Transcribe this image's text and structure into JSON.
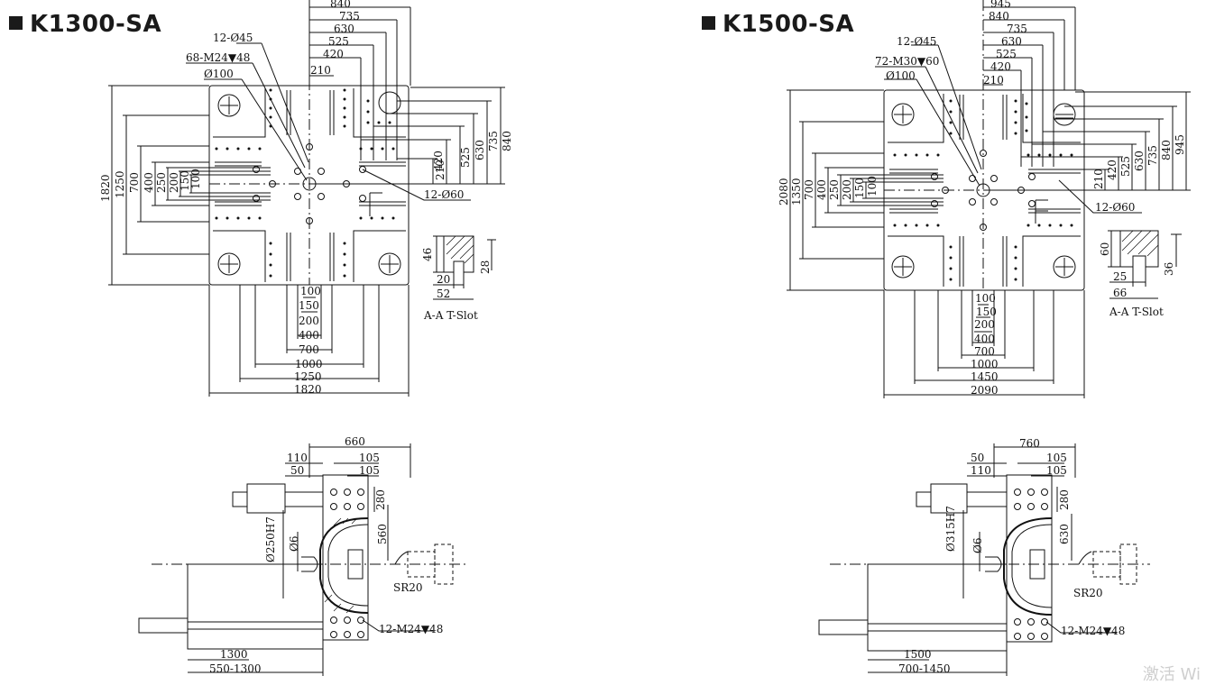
{
  "titles": {
    "left": "K1300-SA",
    "right": "K1500-SA"
  },
  "left_platen": {
    "top_dims": [
      "840",
      "735",
      "630",
      "525",
      "420",
      "210"
    ],
    "right_dims": [
      "210",
      "420",
      "525",
      "630",
      "735",
      "840"
    ],
    "left_dims": [
      "1820",
      "1250",
      "700",
      "400",
      "250",
      "200",
      "150",
      "100"
    ],
    "bottom_dims": [
      "100",
      "150",
      "200",
      "400",
      "700",
      "1000",
      "1250",
      "1820"
    ],
    "callouts": [
      "12-Ø45",
      "68-M24▼48",
      "Ø100",
      "12-Ø60"
    ],
    "tslot": {
      "d1": "46",
      "d2": "28",
      "d3": "20",
      "d4": "52",
      "caption": "A-A T-Slot"
    }
  },
  "right_platen": {
    "top_dims": [
      "945",
      "840",
      "735",
      "630",
      "525",
      "420",
      "210"
    ],
    "right_dims": [
      "210",
      "420",
      "525",
      "630",
      "735",
      "840",
      "945"
    ],
    "left_dims": [
      "2080",
      "1350",
      "700",
      "400",
      "250",
      "200",
      "150",
      "100"
    ],
    "bottom_dims": [
      "100",
      "150",
      "200",
      "400",
      "700",
      "1000",
      "1450",
      "2090"
    ],
    "callouts": [
      "12-Ø45",
      "72-M30▼60",
      "Ø100",
      "12-Ø60"
    ],
    "tslot": {
      "d1": "60",
      "d2": "36",
      "d3": "25",
      "d4": "66",
      "caption": "A-A T-Slot"
    }
  },
  "left_side": {
    "top_dims": [
      "660",
      "110",
      "50",
      "105",
      "105"
    ],
    "vert_dims": [
      "280",
      "560"
    ],
    "bore": "Ø250H7",
    "pin": "Ø6",
    "sr": "SR20",
    "holes": "12-M24▼48",
    "bottom_dims": [
      "1300",
      "550-1300"
    ]
  },
  "right_side": {
    "top_dims": [
      "760",
      "50",
      "110",
      "105",
      "105"
    ],
    "vert_dims": [
      "280",
      "630"
    ],
    "bore": "Ø315H7",
    "pin": "Ø6",
    "sr": "SR20",
    "holes": "12-M24▼48",
    "bottom_dims": [
      "1500",
      "700-1450"
    ]
  },
  "watermark": "激活 Wi"
}
